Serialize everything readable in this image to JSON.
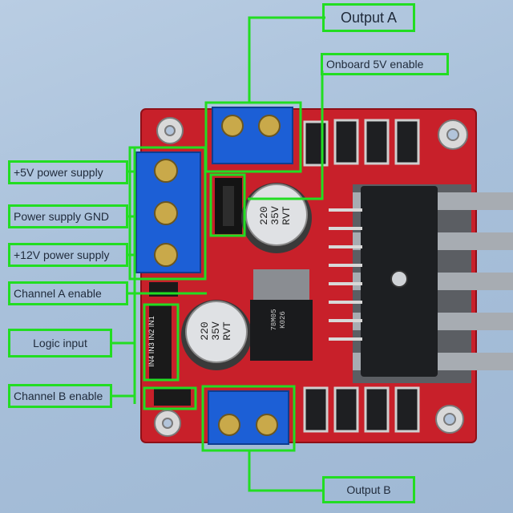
{
  "labels": {
    "output_a": "Output A",
    "onboard_5v": "Onboard 5V enable",
    "p5v": "+5V power supply",
    "gnd": "Power supply GND",
    "p12v": "+12V power supply",
    "chan_a": "Channel A enable",
    "logic": "Logic input",
    "chan_b": "Channel B enable",
    "output_b": "Output B"
  },
  "board_text": {
    "cap_top": [
      "220",
      "35V",
      "RVT"
    ],
    "cap_bottom": [
      "220",
      "35V",
      "RVT"
    ],
    "regulator": [
      "78M05",
      "K026"
    ],
    "pins": "IN4 IN3 IN2 IN1"
  },
  "colors": {
    "callout": "#22dd22",
    "pcb": "#c8202a",
    "terminal": "#1c5fd6",
    "background": "#a8c0da"
  }
}
